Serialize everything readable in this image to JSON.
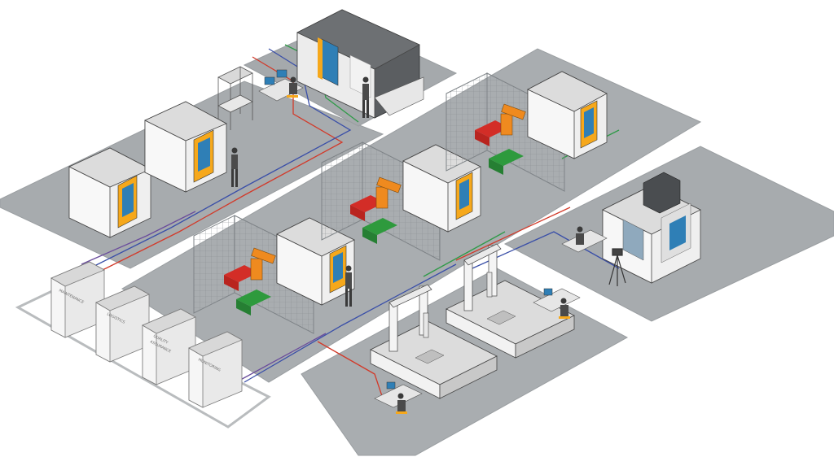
{
  "colors": {
    "floor": "#a9adb0",
    "floor_dark": "#9ea2a5",
    "machine_white": "#f4f4f4",
    "machine_light": "#e3e3e3",
    "machine_shadow": "#c4c4c4",
    "accent_orange": "#f6a81b",
    "screen_blue": "#2f7fb6",
    "robot_orange": "#ef8a1f",
    "bin_red": "#d32d27",
    "bin_green": "#2e9a3d",
    "cable_red": "#d23a2a",
    "cable_blue": "#3a4fa8",
    "cable_green": "#2f9a48",
    "outline": "#3b3b3b",
    "fence": "#808589"
  },
  "rooms": {
    "maintenance": "MAINTENANCE",
    "logistics": "LOGISTICS",
    "quality_line1": "QUALITY",
    "quality_line2": "ASSURANCE",
    "monitoring": "MONITORING"
  }
}
